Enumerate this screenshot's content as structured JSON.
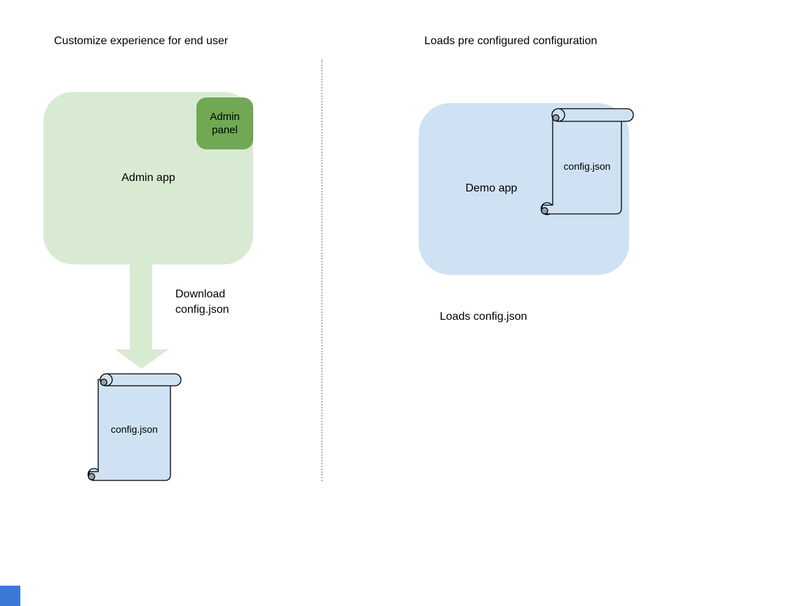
{
  "diagram": {
    "left": {
      "title": "Customize experience for end user",
      "admin_app_label": "Admin app",
      "admin_panel_label": "Admin panel",
      "arrow_caption": "Download config.json",
      "file_label": "config.json"
    },
    "right": {
      "title": "Loads pre configured configuration",
      "demo_app_label": "Demo app",
      "file_label": "config.json",
      "caption": "Loads config.json"
    },
    "colors": {
      "admin_app_fill": "#d9ead3",
      "admin_panel_fill": "#70a853",
      "arrow_fill": "#d9ead3",
      "demo_app_fill": "#cfe2f3",
      "file_fill": "#cfe2f3",
      "curl_fill": "#98a0a6",
      "outline": "#000000",
      "divider_color": "#b3b3b3",
      "corner_square": "#3c78d8"
    }
  }
}
